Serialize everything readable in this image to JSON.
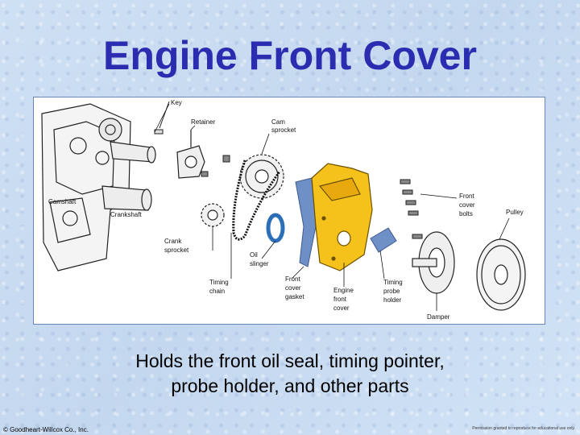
{
  "slide": {
    "title": "Engine Front Cover",
    "caption_line1": "Holds the front oil seal, timing pointer,",
    "caption_line2": "probe holder, and other parts",
    "footer_left": "© Goodheart-Willcox Co., Inc.",
    "footer_right": "Permission granted to reproduce for educational use only."
  },
  "diagram": {
    "labels": {
      "key": "Key",
      "retainer": "Retainer",
      "cam_sprocket_1": "Cam",
      "cam_sprocket_2": "sprocket",
      "camshaft": "Camshaft",
      "crankshaft": "Crankshaft",
      "crank_sprocket_1": "Crank",
      "crank_sprocket_2": "sprocket",
      "timing_chain_1": "Timing",
      "timing_chain_2": "chain",
      "oil_slinger_1": "Oil",
      "oil_slinger_2": "slinger",
      "front_cover_gasket_1": "Front",
      "front_cover_gasket_2": "cover",
      "front_cover_gasket_3": "gasket",
      "engine_front_cover_1": "Engine",
      "engine_front_cover_2": "front",
      "engine_front_cover_3": "cover",
      "timing_probe_holder_1": "Timing",
      "timing_probe_holder_2": "probe",
      "timing_probe_holder_3": "holder",
      "front_cover_bolts_1": "Front",
      "front_cover_bolts_2": "cover",
      "front_cover_bolts_3": "bolts",
      "pulley": "Pulley",
      "damper": "Damper"
    },
    "colors": {
      "front_cover": "#f5c21b",
      "gasket": "#6f8fc7",
      "slinger": "#2b6fb8",
      "title": "#2a2db0"
    }
  }
}
